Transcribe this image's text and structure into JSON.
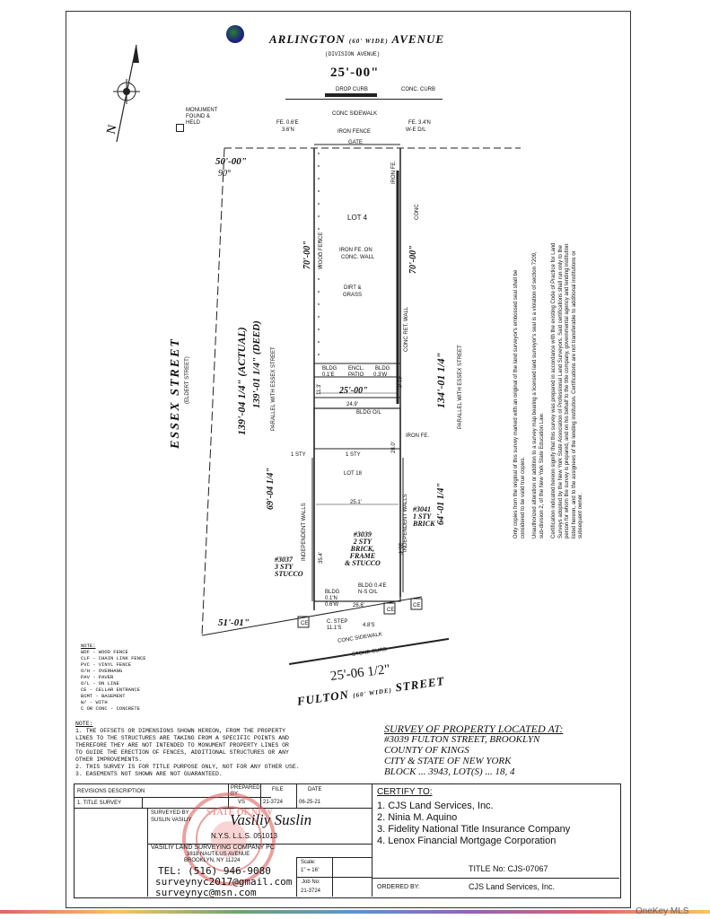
{
  "header": {
    "top_street": "ARLINGTON",
    "top_street_width": "(60' WIDE)",
    "top_street_suffix": "AVENUE",
    "top_street_alt": "(DIVISION AVENUE)",
    "top_frontage": "25'-00\"",
    "drop_curb": "DROP CURB",
    "conc_curb": "CONC. CURB",
    "conc_sidewalk_top": "CONC SIDEWALK"
  },
  "plan": {
    "monument": "MONUMENT FOUND & HELD",
    "fe_left_line1": "FE. 0.6'E",
    "fe_left_line2": "3.6'N",
    "fe_right_line1": "FE. 3.4'N",
    "fe_right_line2": "W-E D/L",
    "iron_fence": "IRON FENCE",
    "gate": "GATE",
    "dist_50": "50'-00\"",
    "angle_90": "90°",
    "iron_fe_vert": "IRON FE.",
    "conc_vert": "CONC",
    "lot4": "LOT 4",
    "iron_fe_on_wall_1": "IRON FE. ON",
    "iron_fe_on_wall_2": "CONC. WALL",
    "dim_70_left": "70'-00\"",
    "dim_70_right": "70'-00\"",
    "wood_fence": "WOOD FENCE",
    "dirt_grass_1": "DIRT &",
    "dirt_grass_2": "GRASS",
    "conc_ret_wall": "CONC RET. WALL",
    "essex_street": "ESSEX STREET",
    "essex_alt": "(ELDERT STREET)",
    "dim_actual": "139'-04 1/4\" (ACTUAL)",
    "dim_deed": "139'-01 1/4\" (DEED)",
    "parallel_left": "PARALLEL WITH ESSEX STREET",
    "dim_right_134": "134'-01 1/4\"",
    "parallel_right": "PARALLEL WITH ESSEX STREET",
    "bldg_left": "BLDG",
    "bldg_left_off": "0.1'E",
    "encl_patio_1": "ENCL.",
    "encl_patio_2": "PATIO",
    "bldg_right": "BLDG",
    "bldg_right_off": "0.3'W",
    "dim_113": "11.3'",
    "dim_114": "11.4'",
    "rear_width": "25'-00\"",
    "dim_249": "24.9'",
    "bldg_ol": "BLDG O/L",
    "iron_fe_2": "IRON FE.",
    "dim_280": "28.0'",
    "one_sty_left": "1 STY",
    "one_sty_mid": "1 STY",
    "lot18": "LOT 18",
    "dim_251": "25.1'",
    "dim_69": "69'-04 1/4\"",
    "dim_64": "64'-01 1/4\"",
    "indep_walls_left": "INDEPENDENT WALLS",
    "indep_walls_right": "INDEPENDENT WALLS",
    "h3041_1": "#3041",
    "h3041_2": "1 STY",
    "h3041_3": "BRICK",
    "h3039_1": "#3039",
    "h3039_2": "2 STY",
    "h3039_3": "BRICK,",
    "h3039_4": "FRAME",
    "h3039_5": "& STUCCO",
    "h3037_1": "#3037",
    "h3037_2": "3 STY",
    "h3037_3": "STUCCO",
    "dim_354": "35.4'",
    "dim_304": "30.4'",
    "bldg_front_left_1": "BLDG",
    "bldg_front_left_2": "0.1'N",
    "bldg_front_left_3": "0.6'W",
    "bldg_front_right_1": "BLDG 0.4'E",
    "bldg_front_right_2": "N-S O/L",
    "dim_266": "26.6'",
    "dist_51": "51'-01\"",
    "ce": "CE",
    "c_step_1": "C. STEP",
    "c_step_2": "11.1'S",
    "dim_48": "4.8'S",
    "conc_sidewalk_bottom": "CONC SIDEWALK",
    "stone_curb": "STONE CURB",
    "bottom_frontage": "25'-06 1/2\"",
    "bottom_street": "FULTON",
    "bottom_street_width": "(60' WIDE)",
    "bottom_street_suffix": "STREET"
  },
  "legend": {
    "title": "NOTE:",
    "items": [
      "WDF - WOOD FENCE",
      "CLF - CHAIN LINK FENCE",
      "PVC - VINYL FENCE",
      "O/H - OVERHANG",
      "PAV - PAVER",
      "O/L - ON LINE",
      "CE - CELLAR ENTRANCE",
      "BSMT - BASEMENT",
      "W/ - WITH",
      "C OR CONC - CONCRETE"
    ]
  },
  "notes": {
    "title": "NOTE:",
    "lines": [
      "1. THE OFFSETS OR DIMENSIONS SHOWN HEREON, FROM THE PROPERTY",
      "LINES TO THE STRUCTURES ARE TAKING FROM A SPECIFIC POINTS AND",
      "THEREFORE THEY ARE NOT INTENDED TO MONUMENT PROPERTY LINES OR",
      "TO GUIDE THE ERECTION OF FENCES, ADDITIONAL STRUCTURES OR ANY",
      "OTHER IMPROVEMENTS.",
      "2. THIS SURVEY IS FOR TITLE PURPOSE ONLY, NOT FOR ANY OTHER USE.",
      "3. EASEMENTS NOT SHOWN ARE NOT GUARANTEED."
    ]
  },
  "survey_title": {
    "heading": "SURVEY OF PROPERTY LOCATED AT:",
    "line1": "#3039 FULTON STREET, BROOKLYN",
    "line2": "COUNTY OF KINGS",
    "line3": "CITY & STATE OF NEW YORK",
    "line4": "BLOCK ... 3943, LOT(S) ... 18, 4"
  },
  "side_text": {
    "p1": "Only copies from the original of this survey marked with an original of the land surveyor's embossed seal shall be considered to be valid true copies.",
    "p2": "Unauthorized alteration or addition to a survey map bearing a licensed land surveyor's seal is a violation of section 7209, sub-division 2, of the New York State Education Law.",
    "p3": "Certification indicated hereon signify that this survey was prepared in accordance with the existing Code of Practice for Land Surveys adopted by the New York State Association of Professional Land Surveyors. Said certifications shall run only to the person for whom the survey is prepared, and on his behalf to the title company, governmental agency and lending institution listed hereon, and to the assignees of the lending institution. Certifications are not transferable to additional institutions or subsequent owner."
  },
  "title_block": {
    "revisions": "REVISIONS DESCRIPTION",
    "rev1": "1. TITLE SURVEY",
    "prepared_by": "PREPARED BY",
    "prepared_val": "VS",
    "file": "FILE",
    "date": "DATE",
    "file_val": "21-3724",
    "date_val": "06-25-21",
    "surveyed_by": "SURVEYED BY",
    "surveyor": "SUSLIN VASILIY",
    "signature": "Vasiliy Suslin",
    "license": "N.Y.S. L.L.S. 051013",
    "company": "VASILIY LAND SURVEYING COMPANY PC",
    "address1": "3818 NAUTILUS AVENUE",
    "address2": "BROOKLYN, NY 11224",
    "tel": "TEL: (516) 946-9080",
    "email1": "surveynyc2017@gmail.com",
    "email2": "surveynyc@msn.com",
    "scale_label": "Scale:",
    "scale_val": "1\" = 16'",
    "job_label": "Job No:",
    "job_val": "21-3724",
    "certify_to": "CERTIFY TO:",
    "certify": [
      "1. CJS Land Services, Inc.",
      "2. Ninia M. Aquino",
      "3. Fidelity National Title Insurance Company",
      "4. Lenox Financial Mortgage Corporation"
    ],
    "title_no": "TITLE No: CJS-07067",
    "ordered_by": "ORDERED BY:",
    "ordered_val": "CJS Land Services, Inc."
  },
  "watermark": "OneKey MLS",
  "colors": {
    "seal": "#d9534f",
    "ink": "#111111"
  }
}
